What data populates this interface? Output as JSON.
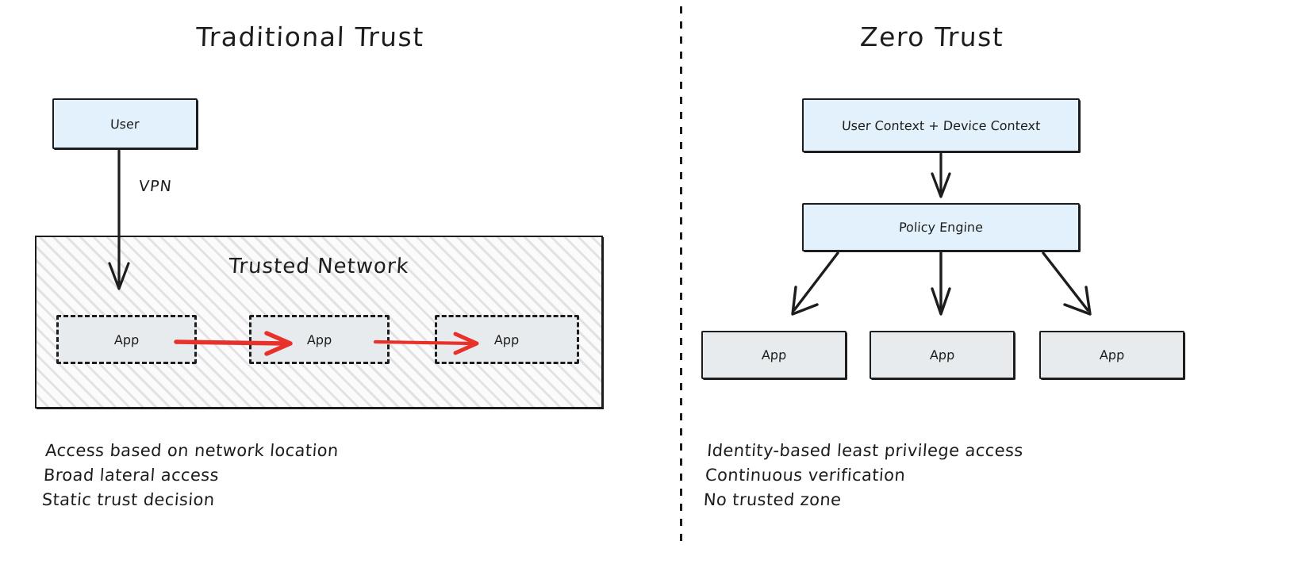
{
  "diagram": {
    "title_left": "Traditional Trust",
    "title_right": "Zero Trust"
  },
  "colors": {
    "blue_fill": "#e2f1fb",
    "gray_fill": "#e8ebed",
    "stroke": "#1d1d1d",
    "lateral_arrow": "#e8312b",
    "hatch": "#e2e2e6",
    "background": "#ffffff"
  },
  "traditional": {
    "user_box": "User",
    "vpn_label": "VPN",
    "trusted_network_label": "Trusted Network",
    "apps": [
      "App",
      "App",
      "App"
    ],
    "notes": [
      "Access based on network location",
      "Broad lateral access",
      "Static trust decision"
    ]
  },
  "zero_trust": {
    "context_box": "User Context + Device Context",
    "policy_box": "Policy Engine",
    "apps": [
      "App",
      "App",
      "App"
    ],
    "notes": [
      "Identity-based least privilege access",
      "Continuous verification",
      "No trusted zone"
    ]
  }
}
